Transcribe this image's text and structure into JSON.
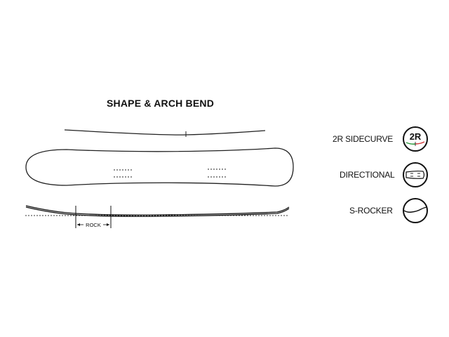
{
  "heading": "SHAPE & ARCH BEND",
  "rock_label": "ROCK",
  "features": [
    {
      "label": "2R SIDECURVE",
      "icon": "2r-sidecurve-icon",
      "icon_text": "2R",
      "accent_colors": [
        "#2e9a3e",
        "#d23a3a"
      ]
    },
    {
      "label": "DIRECTIONAL",
      "icon": "directional-icon"
    },
    {
      "label": "S-ROCKER",
      "icon": "s-rocker-icon"
    }
  ]
}
